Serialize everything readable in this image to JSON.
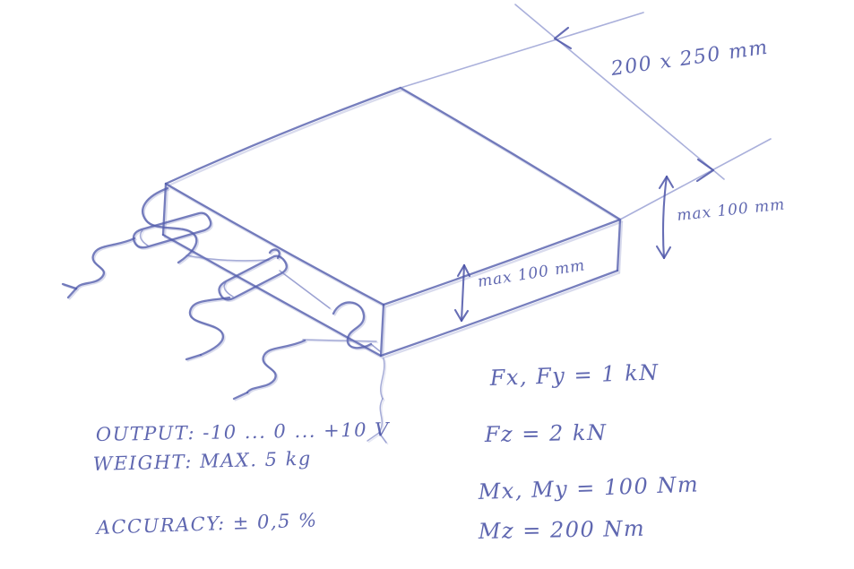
{
  "page": {
    "background_color": "#ffffff",
    "ink_color": "#545ead"
  },
  "sketch": {
    "description": "Hand-drawn isometric sketch of a flat measuring plate (force/torque platform) with cables and connectors underneath",
    "dimension_labels": {
      "plate_size": "200 x 250 mm",
      "height_right": "max 100 mm",
      "height_middle": "max 100 mm"
    },
    "specs": {
      "output": "OUTPUT: -10 ... 0 ... +10 V",
      "weight": "WEIGHT: MAX. 5 kg",
      "accuracy": "ACCURACY: ± 0,5 %"
    },
    "loads": {
      "force_xy": "Fx, Fy = 1 kN",
      "force_z": "Fz = 2 kN",
      "moment_xy": "Mx, My = 100 Nm",
      "moment_z": "Mz = 200 Nm"
    }
  }
}
